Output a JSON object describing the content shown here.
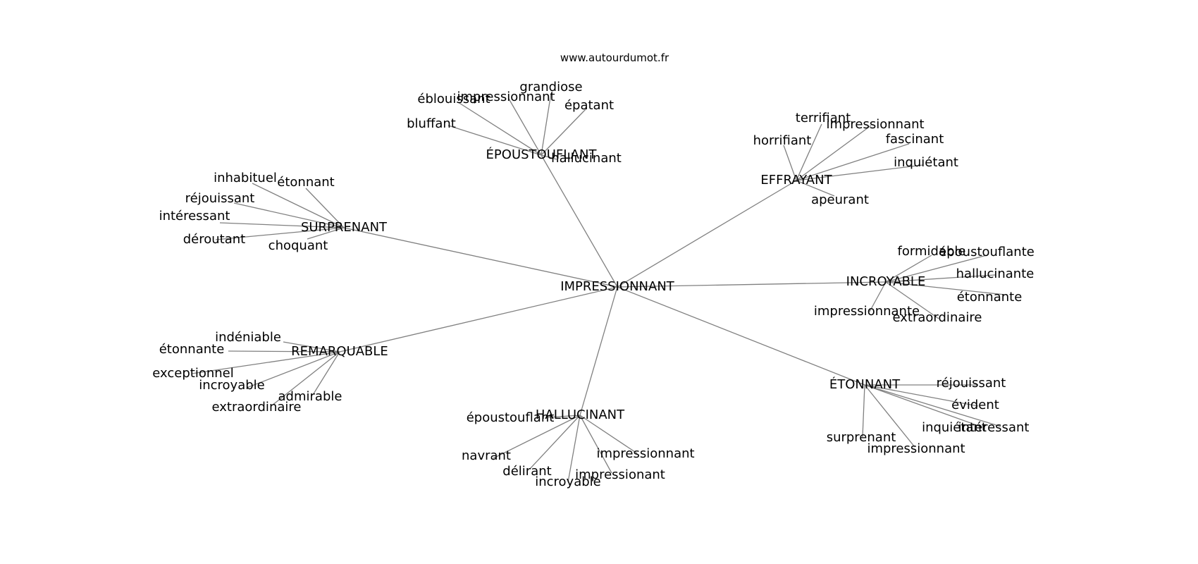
{
  "site": "www.autourdumot.fr",
  "edge_color": "#808080",
  "center": "IMPRESSIONNANT",
  "clusters": [
    {
      "word": "ÉPOUSTOUFLANT",
      "children": [
        "éblouissant",
        "impressionnant",
        "grandiose",
        "épatant",
        "bluffant",
        "hallucinant"
      ]
    },
    {
      "word": "EFFRAYANT",
      "children": [
        "terrifiant",
        "impressionnant",
        "horrifiant",
        "fascinant",
        "inquiétant",
        "apeurant"
      ]
    },
    {
      "word": "SURPRENANT",
      "children": [
        "inhabituel",
        "étonnant",
        "réjouissant",
        "intéressant",
        "déroutant",
        "choquant"
      ]
    },
    {
      "word": "INCROYABLE",
      "children": [
        "formidable",
        "époustouflante",
        "hallucinante",
        "étonnante",
        "impressionnante",
        "extraordinaire"
      ]
    },
    {
      "word": "REMARQUABLE",
      "children": [
        "indéniable",
        "étonnante",
        "exceptionnel",
        "incroyable",
        "admirable",
        "extraordinaire"
      ]
    },
    {
      "word": "ÉTONNANT",
      "children": [
        "réjouissant",
        "évident",
        "inquiétant",
        "intéressant",
        "surprenant",
        "impressionnant"
      ]
    },
    {
      "word": "HALLUCINANT",
      "children": [
        "époustouflant",
        "navrant",
        "délirant",
        "incroyable",
        "impressionant",
        "impressionnant"
      ]
    }
  ]
}
